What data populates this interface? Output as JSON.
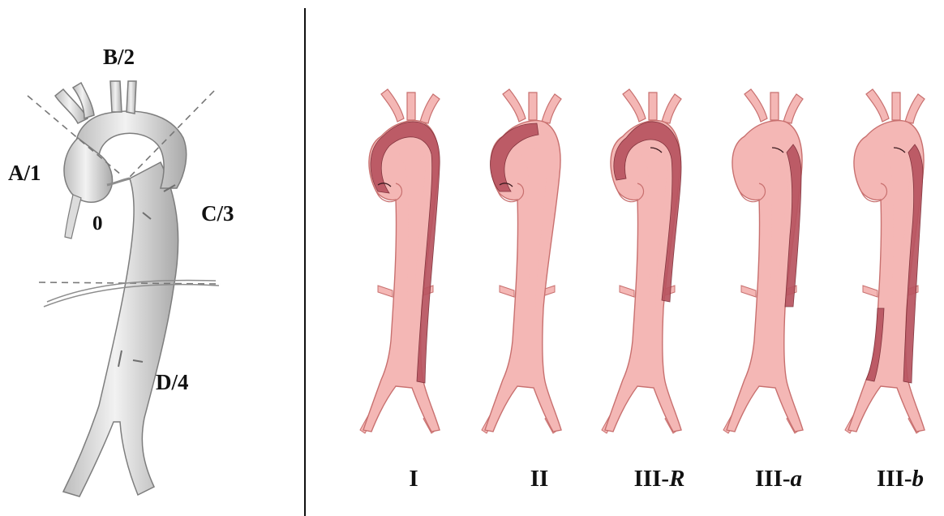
{
  "zone_labels": {
    "zone0": "0",
    "zoneA": "A/1",
    "zoneB": "B/2",
    "zoneC": "C/3",
    "zoneD": "D/4"
  },
  "types": [
    {
      "prefix": "I",
      "suffix": ""
    },
    {
      "prefix": "II",
      "suffix": ""
    },
    {
      "prefix": "III-",
      "suffix": "R"
    },
    {
      "prefix": "III-",
      "suffix": "a"
    },
    {
      "prefix": "III-",
      "suffix": "b"
    }
  ],
  "colors": {
    "aorta_gray": "#e4e4e4",
    "aorta_gray_edge": "#7d7d7d",
    "aorta_pink": "#f4b7b5",
    "aorta_pink_edge": "#c8706f",
    "false_lumen": "#b85460",
    "false_lumen_edge": "#7a2b35",
    "divider": "#111111"
  }
}
